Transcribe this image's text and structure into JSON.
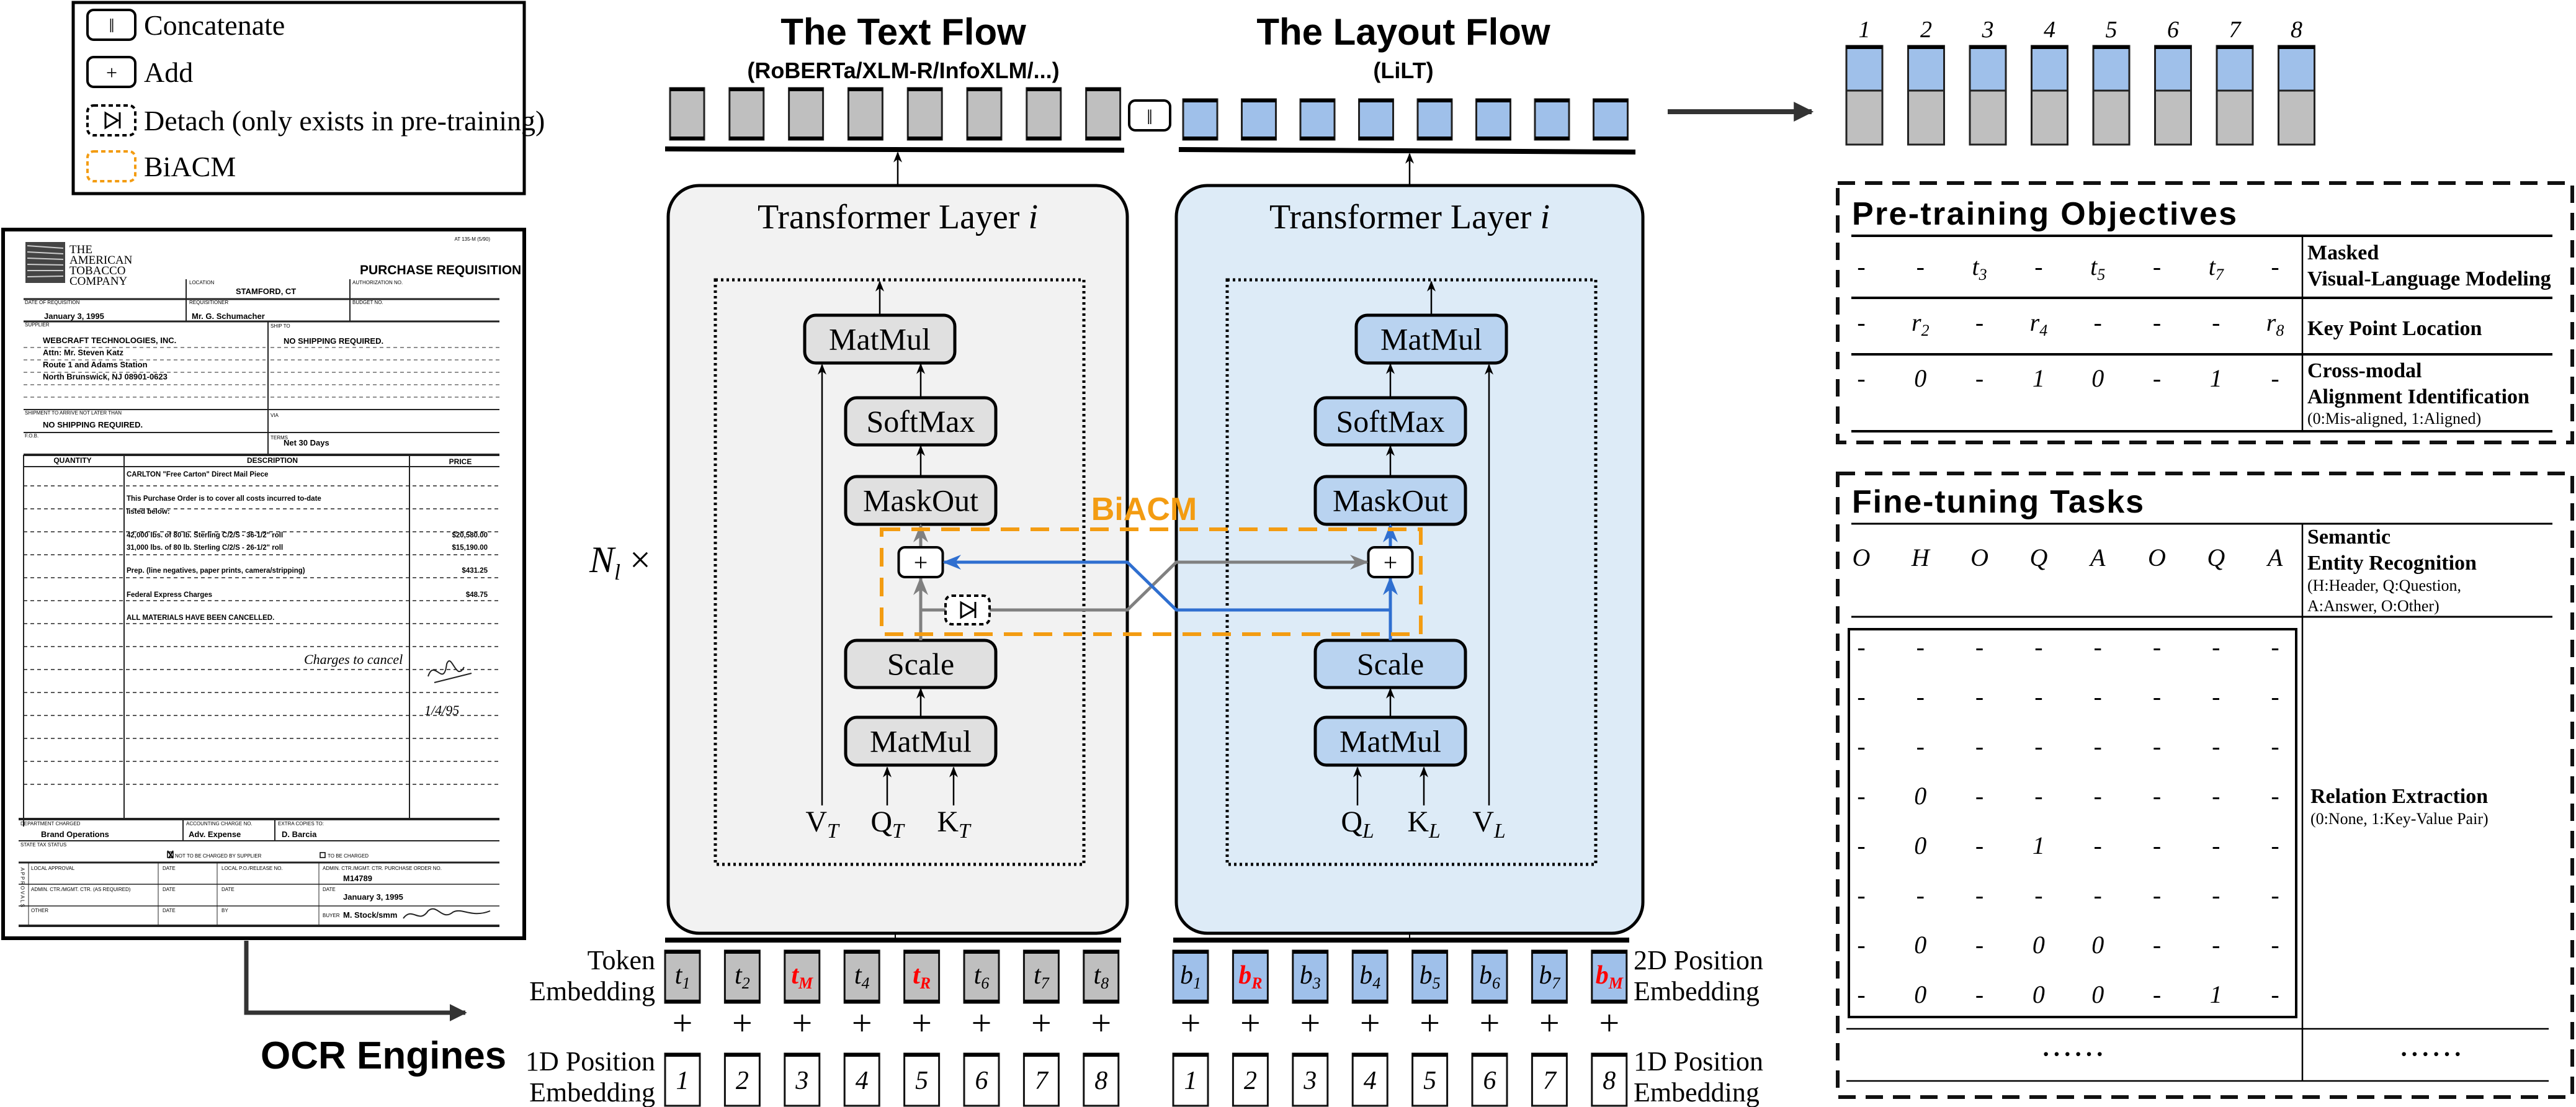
{
  "legend": {
    "items": [
      {
        "icon": "concatenate-icon",
        "symbol": "‖",
        "label": "Concatenate"
      },
      {
        "icon": "add-icon",
        "symbol": "+",
        "label": "Add"
      },
      {
        "icon": "detach-icon",
        "symbol": "▷|",
        "label": "Detach (only exists in pre-training)"
      },
      {
        "icon": "biacm-box-icon",
        "symbol": "",
        "label": "BiACM"
      }
    ]
  },
  "colors": {
    "biacm": "#f39c12",
    "text_flow_bar": "#bfbfbf",
    "layout_flow_bar": "#9fc0ea",
    "text_panel": "#f2f2f2",
    "layout_panel": "#ddebf7",
    "text_op": "#e0e0e0",
    "layout_op": "#b9d3f0",
    "masked_token": "#ff0000",
    "cross_path_blue": "#2f6fd0",
    "cross_path_gray": "#808080"
  },
  "concat_symbol": "‖",
  "add_symbol": "+",
  "biacm_label": "BiACM",
  "layers_label": {
    "base": "N",
    "sub": "l",
    "suffix": " ×"
  },
  "ocr_label": "OCR Engines",
  "text_flow": {
    "title": "The Text Flow",
    "subtitle": "(RoBERTa/XLM-R/InfoXLM/...)",
    "layer_title": "Transformer Layer ",
    "layer_index": "i",
    "ops": {
      "matmul_top": "MatMul",
      "softmax": "SoftMax",
      "maskout": "MaskOut",
      "scale": "Scale",
      "matmul_bottom": "MatMul"
    },
    "inputs": [
      {
        "base": "V",
        "sub": "T"
      },
      {
        "base": "Q",
        "sub": "T"
      },
      {
        "base": "K",
        "sub": "T"
      }
    ],
    "embedding_label": [
      "Token",
      "Embedding"
    ],
    "tokens": [
      {
        "base": "t",
        "sub": "1",
        "masked": false
      },
      {
        "base": "t",
        "sub": "2",
        "masked": false
      },
      {
        "base": "t",
        "sub": "M",
        "masked": true
      },
      {
        "base": "t",
        "sub": "4",
        "masked": false
      },
      {
        "base": "t",
        "sub": "R",
        "masked": true
      },
      {
        "base": "t",
        "sub": "6",
        "masked": false
      },
      {
        "base": "t",
        "sub": "7",
        "masked": false
      },
      {
        "base": "t",
        "sub": "8",
        "masked": false
      }
    ],
    "position_label": [
      "1D Position",
      "Embedding"
    ],
    "positions": [
      "1",
      "2",
      "3",
      "4",
      "5",
      "6",
      "7",
      "8"
    ]
  },
  "layout_flow": {
    "title": "The Layout Flow",
    "subtitle": "(LiLT)",
    "layer_title": "Transformer Layer ",
    "layer_index": "i",
    "ops": {
      "matmul_top": "MatMul",
      "softmax": "SoftMax",
      "maskout": "MaskOut",
      "scale": "Scale",
      "matmul_bottom": "MatMul"
    },
    "inputs": [
      {
        "base": "Q",
        "sub": "L"
      },
      {
        "base": "K",
        "sub": "L"
      },
      {
        "base": "V",
        "sub": "L"
      }
    ],
    "embedding_label": [
      "2D Position",
      "Embedding"
    ],
    "tokens": [
      {
        "base": "b",
        "sub": "1",
        "masked": false
      },
      {
        "base": "b",
        "sub": "R",
        "masked": true
      },
      {
        "base": "b",
        "sub": "3",
        "masked": false
      },
      {
        "base": "b",
        "sub": "4",
        "masked": false
      },
      {
        "base": "b",
        "sub": "5",
        "masked": false
      },
      {
        "base": "b",
        "sub": "6",
        "masked": false
      },
      {
        "base": "b",
        "sub": "7",
        "masked": false
      },
      {
        "base": "b",
        "sub": "M",
        "masked": true
      }
    ],
    "position_label": [
      "1D Position",
      "Embedding"
    ],
    "positions": [
      "1",
      "2",
      "3",
      "4",
      "5",
      "6",
      "7",
      "8"
    ]
  },
  "output_indices": [
    "1",
    "2",
    "3",
    "4",
    "5",
    "6",
    "7",
    "8"
  ],
  "pretraining": {
    "title": "Pre-training Objectives",
    "rows": [
      {
        "cells": [
          "-",
          "-",
          {
            "base": "t",
            "sub": "3"
          },
          "-",
          {
            "base": "t",
            "sub": "5"
          },
          "-",
          {
            "base": "t",
            "sub": "7"
          },
          "-"
        ],
        "label": [
          "Masked",
          "Visual-Language Modeling"
        ],
        "note": ""
      },
      {
        "cells": [
          "-",
          {
            "base": "r",
            "sub": "2"
          },
          "-",
          {
            "base": "r",
            "sub": "4"
          },
          "-",
          "-",
          "-",
          {
            "base": "r",
            "sub": "8"
          }
        ],
        "label": [
          "Key Point Location"
        ],
        "note": ""
      },
      {
        "cells": [
          "-",
          "0",
          "-",
          "1",
          "0",
          "-",
          "1",
          "-"
        ],
        "label": [
          "Cross-modal",
          "Alignment Identification"
        ],
        "note": "(0:Mis-aligned, 1:Aligned)"
      }
    ]
  },
  "finetuning": {
    "title": "Fine-tuning Tasks",
    "ser": {
      "cells": [
        "O",
        "H",
        "O",
        "Q",
        "A",
        "O",
        "Q",
        "A"
      ],
      "label": [
        "Semantic",
        "Entity Recognition"
      ],
      "note": [
        "(H:Header, Q:Question,",
        " A:Answer, O:Other)"
      ]
    },
    "re": {
      "matrix": [
        [
          "-",
          "-",
          "-",
          "-",
          "-",
          "-",
          "-",
          "-"
        ],
        [
          "-",
          "-",
          "-",
          "-",
          "-",
          "-",
          "-",
          "-"
        ],
        [
          "-",
          "-",
          "-",
          "-",
          "-",
          "-",
          "-",
          "-"
        ],
        [
          "-",
          "0",
          "-",
          "-",
          "-",
          "-",
          "-",
          "-"
        ],
        [
          "-",
          "0",
          "-",
          "1",
          "-",
          "-",
          "-",
          "-"
        ],
        [
          "-",
          "-",
          "-",
          "-",
          "-",
          "-",
          "-",
          "-"
        ],
        [
          "-",
          "0",
          "-",
          "0",
          "0",
          "-",
          "-",
          "-"
        ],
        [
          "-",
          "0",
          "-",
          "0",
          "0",
          "-",
          "1",
          "-"
        ]
      ],
      "label": "Relation Extraction",
      "note": "(0:None, 1:Key-Value Pair)"
    },
    "more_left": "······",
    "more_right": "······"
  },
  "document": {
    "company": [
      "THE",
      "AMERICAN",
      "TOBACCO",
      "COMPANY"
    ],
    "form_code": "AT 135-M (5/90)",
    "title": "PURCHASE REQUISITION",
    "labels": {
      "location": "LOCATION",
      "authorization": "AUTHORIZATION NO.",
      "date_of_requisition": "DATE OF REQUISITION",
      "requisitioner": "REQUISITIONER",
      "budget": "BUDGET NO.",
      "supplier": "SUPPLIER",
      "ship_to": "SHIP TO",
      "shipment": "SHIPMENT TO ARRIVE NOT LATER THAN",
      "via": "VIA",
      "fob": "F.O.B.",
      "terms": "TERMS",
      "quantity": "QUANTITY",
      "description": "DESCRIPTION",
      "price": "PRICE",
      "department": "DEPARTMENT CHARGED",
      "accounting": "ACCOUNTING CHARGE NO.",
      "extra_copies": "EXTRA COPIES TO:",
      "state_tax": "STATE TAX STATUS",
      "not_charged": "NOT TO BE CHARGED BY SUPPLIER",
      "to_be_charged": "TO BE CHARGED",
      "local_approval": "LOCAL APPROVAL",
      "date1": "DATE",
      "local_po": "LOCAL P.O./RELEASE NO.",
      "admin_po": "ADMIN. CTR./MGMT. CTR. PURCHASE ORDER NO.",
      "admin_req": "ADMIN. CTR./MGMT. CTR. (AS REQUIRED)",
      "date2": "DATE",
      "date3": "DATE",
      "date4": "DATE",
      "other": "OTHER",
      "date5": "DATE",
      "by": "BY",
      "buyer": "BUYER",
      "approvals": "APPROVALS"
    },
    "values": {
      "location": "STAMFORD, CT",
      "date": "January 3, 1995",
      "requisitioner": "Mr. G. Schumacher",
      "supplier": [
        "WEBCRAFT TECHNOLOGIES, INC.",
        "Attn: Mr. Steven Katz",
        "Route 1 and Adams Station",
        "North Brunswick, NJ 08901-0623"
      ],
      "ship_to": "NO SHIPPING REQUIRED.",
      "shipment": "NO SHIPPING REQUIRED.",
      "terms": "Net 30 Days",
      "department": "Brand Operations",
      "accounting": "Adv. Expense",
      "extra_copies": "D. Barcia",
      "po_number": "M14789",
      "po_date": "January 3, 1995",
      "buyer": "M. Stock/smm"
    },
    "lines": [
      {
        "description": "CARLTON \"Free Carton\" Direct Mail Piece",
        "price": ""
      },
      {
        "description": "This Purchase Order is to cover all costs incurred to-date",
        "price": ""
      },
      {
        "description": "listed below:",
        "price": ""
      },
      {
        "description": "42,000 lbs. of 80 lb. Sterling C/2/S - 36-1/2\" roll",
        "price": "$20,580.00"
      },
      {
        "description": "31,000 lbs. of 80 lb. Sterling C/2/S - 26-1/2\" roll",
        "price": "$15,190.00"
      },
      {
        "description": "Prep. (line negatives, paper prints, camera/stripping)",
        "price": "$431.25"
      },
      {
        "description": "Federal Express Charges",
        "price": "$48.75"
      },
      {
        "description": "ALL MATERIALS HAVE BEEN CANCELLED.",
        "price": ""
      }
    ],
    "handwriting": [
      "Charges to cancel",
      "1/4/95"
    ]
  }
}
